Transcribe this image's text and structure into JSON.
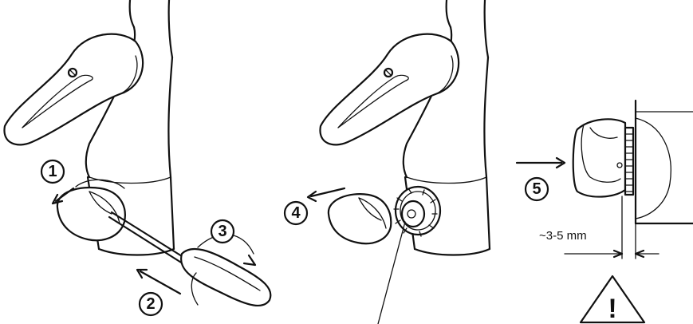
{
  "steps": [
    {
      "label": "1"
    },
    {
      "label": "2"
    },
    {
      "label": "3"
    },
    {
      "label": "4"
    },
    {
      "label": "5"
    }
  ],
  "dimension": {
    "text": "~3-5 mm"
  },
  "warning": {
    "symbol": "!",
    "icon": "warning-triangle-icon"
  },
  "colors": {
    "line": "#111111",
    "background": "#ffffff"
  }
}
